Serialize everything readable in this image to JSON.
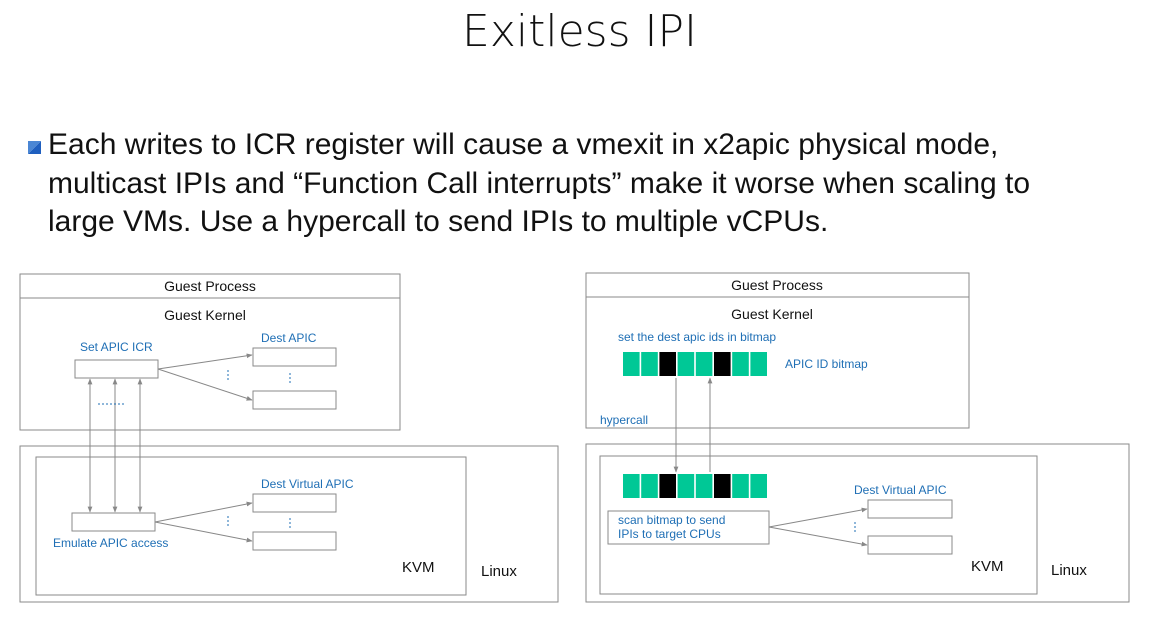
{
  "title": "Exitless IPI",
  "bullet": {
    "line1": "Each writes to ICR register will cause a vmexit in x2apic physical mode,",
    "line2": "multicast IPIs and “Function Call interrupts” make it worse when scaling to",
    "line3": "large VMs. Use a hypercall to send IPIs to multiple vCPUs."
  },
  "left_diagram": {
    "guest_process": "Guest Process",
    "guest_kernel": "Guest Kernel",
    "set_apic_icr": "Set APIC ICR",
    "dest_apic": "Dest APIC",
    "dest_virtual_apic": "Dest Virtual APIC",
    "emulate_apic_access": "Emulate APIC access",
    "kvm": "KVM",
    "linux": "Linux"
  },
  "right_diagram": {
    "guest_process": "Guest Process",
    "guest_kernel": "Guest Kernel",
    "set_bitmap": "set the dest apic ids in bitmap",
    "apic_id_bitmap": "APIC ID bitmap",
    "hypercall": "hypercall",
    "scan_line1": "scan bitmap to send",
    "scan_line2": "IPIs to target CPUs",
    "dest_virtual_apic": "Dest Virtual APIC",
    "kvm": "KVM",
    "linux": "Linux"
  },
  "bitmap_cells": [
    0,
    0,
    1,
    0,
    0,
    1,
    0,
    0
  ],
  "colors": {
    "bitmap_on": "#00c896",
    "bitmap_off": "#000000",
    "label_blue": "#1f6fb5",
    "box_border": "#8a8a8a",
    "bullet": "#1f5fbf"
  }
}
